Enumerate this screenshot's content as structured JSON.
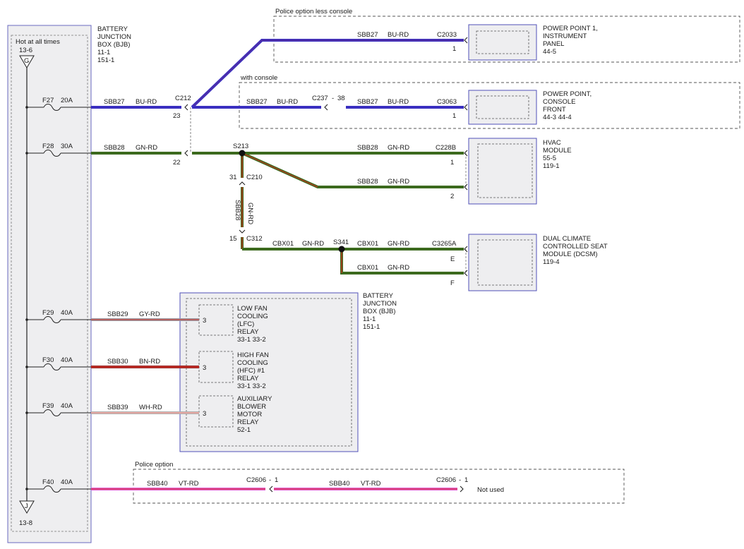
{
  "colors": {
    "blue": "#3a2fc0",
    "purple": "#5a2d9a",
    "green": "#3c6a1e",
    "red": "#d42a1e",
    "gray": "#9a9aa4",
    "brown": "#9b2c2c",
    "white": "#f2f2f2",
    "violet": "#e05bd0",
    "box_stroke": "#5050b8",
    "box_fill": "#eeeef0"
  },
  "bjb_left": {
    "lines": [
      "BATTERY",
      "JUNCTION",
      "BOX (BJB)",
      "11-1",
      "151-1"
    ],
    "hot_label": "Hot at all times",
    "hot_ref": "13-6",
    "ground_top": "G",
    "ground_bottom": "J",
    "ground_ref": "13-8"
  },
  "fuses": {
    "f27": {
      "id": "F27",
      "amps": "20A"
    },
    "f28": {
      "id": "F28",
      "amps": "30A"
    },
    "f29": {
      "id": "F29",
      "amps": "40A"
    },
    "f30": {
      "id": "F30",
      "amps": "40A"
    },
    "f39": {
      "id": "F39",
      "amps": "40A"
    },
    "f40": {
      "id": "F40",
      "amps": "40A"
    }
  },
  "circuits": {
    "sbb27_a": {
      "circuit": "SBB27",
      "color": "BU-RD"
    },
    "sbb27_b": {
      "circuit": "SBB27",
      "color": "BU-RD"
    },
    "sbb27_c": {
      "circuit": "SBB27",
      "color": "BU-RD"
    },
    "sbb27_d": {
      "circuit": "SBB27",
      "color": "BU-RD"
    },
    "sbb28_a": {
      "circuit": "SBB28",
      "color": "GN-RD"
    },
    "sbb28_b": {
      "circuit": "SBB28",
      "color": "GN-RD"
    },
    "sbb28_c": {
      "circuit": "SBB28",
      "color": "GN-RD"
    },
    "sbb28_vert": {
      "circuit": "SBB28",
      "color": "GN-RD"
    },
    "cbx01_a": {
      "circuit": "CBX01",
      "color": "GN-RD"
    },
    "cbx01_b": {
      "circuit": "CBX01",
      "color": "GN-RD"
    },
    "cbx01_c": {
      "circuit": "CBX01",
      "color": "GN-RD"
    },
    "sbb29": {
      "circuit": "SBB29",
      "color": "GY-RD"
    },
    "sbb30": {
      "circuit": "SBB30",
      "color": "BN-RD"
    },
    "sbb39": {
      "circuit": "SBB39",
      "color": "WH-RD"
    },
    "sbb40_a": {
      "circuit": "SBB40",
      "color": "VT-RD"
    },
    "sbb40_b": {
      "circuit": "SBB40",
      "color": "VT-RD"
    }
  },
  "connectors": {
    "c212": {
      "id": "C212",
      "pin23": "23",
      "pin22": "22"
    },
    "c2033": {
      "id": "C2033",
      "pin": "1"
    },
    "c237": {
      "id": "C237",
      "pin": "38"
    },
    "c3063": {
      "id": "C3063",
      "pin": "1"
    },
    "s213": {
      "id": "S213"
    },
    "c228b": {
      "id": "C228B",
      "pin1": "1",
      "pin2": "2"
    },
    "c210": {
      "id": "C210",
      "pin": "31"
    },
    "c312": {
      "id": "C312",
      "pin": "15"
    },
    "s341": {
      "id": "S341"
    },
    "c3265a": {
      "id": "C3265A",
      "pinE": "E",
      "pinF": "F"
    },
    "c2606_a": {
      "id": "C2606",
      "pin": "1"
    },
    "c2606_b": {
      "id": "C2606",
      "pin": "1"
    },
    "relay_pin": {
      "lfc": "3",
      "hfc": "3",
      "aux": "3"
    }
  },
  "options": {
    "police_less_console": "Police option less console",
    "with_console": "with console",
    "police": "Police option"
  },
  "components": {
    "power_point_1": {
      "lines": [
        "POWER POINT 1,",
        "INSTRUMENT",
        "PANEL",
        "44-5"
      ]
    },
    "power_point_console": {
      "lines": [
        "POWER POINT,",
        "CONSOLE",
        "FRONT",
        "44-3   44-4"
      ]
    },
    "hvac": {
      "lines": [
        "HVAC",
        "MODULE",
        "55-5",
        "119-1"
      ]
    },
    "dcsm": {
      "lines": [
        "DUAL CLIMATE",
        "CONTROLLED SEAT",
        "MODULE (DCSM)",
        "119-4"
      ]
    },
    "bjb_right": {
      "lines": [
        "BATTERY",
        "JUNCTION",
        "BOX (BJB)",
        "11-1",
        "151-1"
      ]
    },
    "lfc_relay": {
      "lines": [
        "LOW FAN",
        "COOLING",
        "(LFC)",
        "RELAY",
        "33-1    33-2"
      ]
    },
    "hfc_relay": {
      "lines": [
        "HIGH FAN",
        "COOLING",
        "(HFC) #1",
        "RELAY",
        "33-1    33-2"
      ]
    },
    "aux_relay": {
      "lines": [
        "AUXILIARY",
        "BLOWER",
        "MOTOR",
        "RELAY",
        "52-1"
      ]
    },
    "not_used": "Not used"
  }
}
